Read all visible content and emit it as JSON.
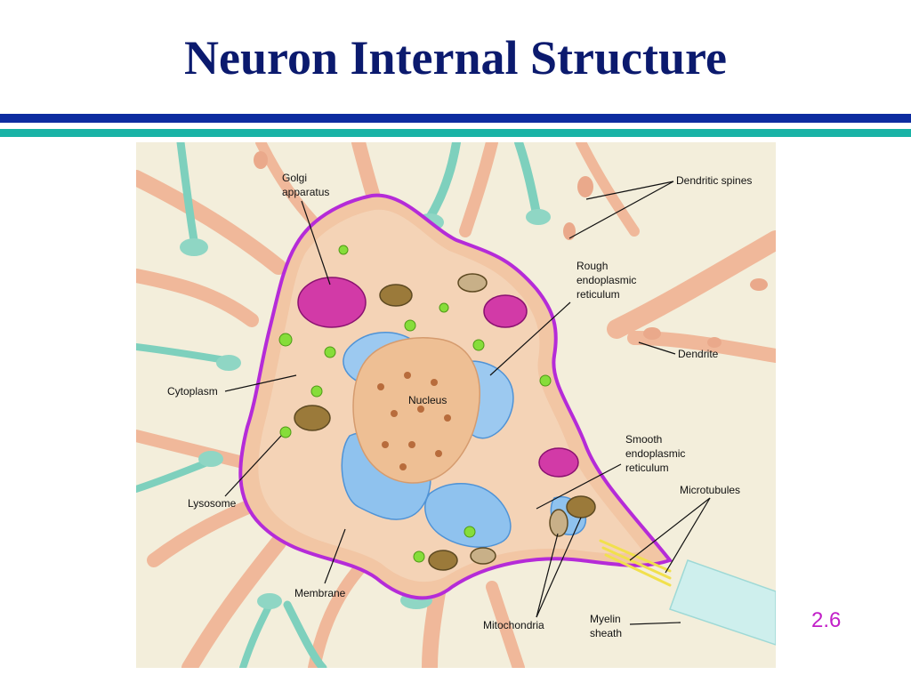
{
  "slide": {
    "title": "Neuron Internal Structure",
    "number": "2.6",
    "colors": {
      "title": "#0b1a6e",
      "rule_blue": "#0d2ca0",
      "rule_teal": "#19b3a6",
      "slide_number": "#c21fc8"
    }
  },
  "diagram": {
    "labels": {
      "golgi": [
        "Golgi",
        "apparatus"
      ],
      "dendritic_spines": "Dendritic spines",
      "rough_er": [
        "Rough",
        "endoplasmic",
        "reticulum"
      ],
      "dendrite": "Dendrite",
      "cytoplasm": "Cytoplasm",
      "nucleus": "Nucleus",
      "smooth_er": [
        "Smooth",
        "endoplasmic",
        "reticulum"
      ],
      "microtubules": "Microtubules",
      "lysosome": "Lysosome",
      "membrane": "Membrane",
      "mitochondria": "Mitochondria",
      "myelin": [
        "Myelin",
        "sheath"
      ]
    }
  }
}
